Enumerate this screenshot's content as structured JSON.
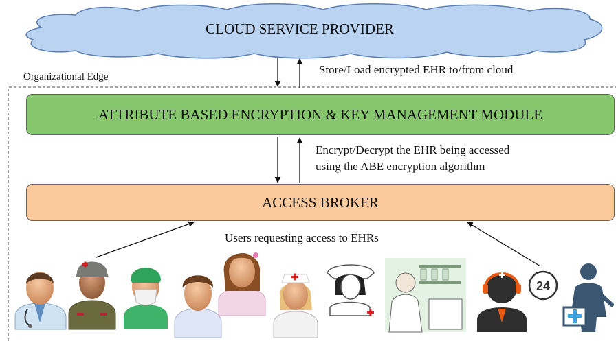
{
  "cloud": {
    "title": "CLOUD SERVICE PROVIDER"
  },
  "org_edge": {
    "label": "Organizational Edge"
  },
  "store_note": "Store/Load encrypted EHR to/from cloud",
  "abe_module": {
    "title": "ATTRIBUTE BASED ENCRYPTION & KEY MANAGEMENT MODULE"
  },
  "encrypt_note": {
    "line1": "Encrypt/Decrypt the EHR being accessed",
    "line2": "using the ABE encryption algorithm"
  },
  "access_broker": {
    "title": "ACCESS BROKER"
  },
  "users_note": "Users requesting access to EHRs",
  "users": [
    {
      "role": "doctor"
    },
    {
      "role": "military-medic"
    },
    {
      "role": "surgeon"
    },
    {
      "role": "male-patient"
    },
    {
      "role": "female-patient"
    },
    {
      "role": "nurse"
    },
    {
      "role": "nurse-cap"
    },
    {
      "role": "pharmacist"
    },
    {
      "role": "support-24-7"
    },
    {
      "role": "paramedic"
    }
  ],
  "support_badge": "24",
  "colors": {
    "cloud": "#b9d3f0",
    "cloud_stroke": "#5a7fb5",
    "abe_module": "#86c66c",
    "access_broker": "#f9c89b"
  }
}
